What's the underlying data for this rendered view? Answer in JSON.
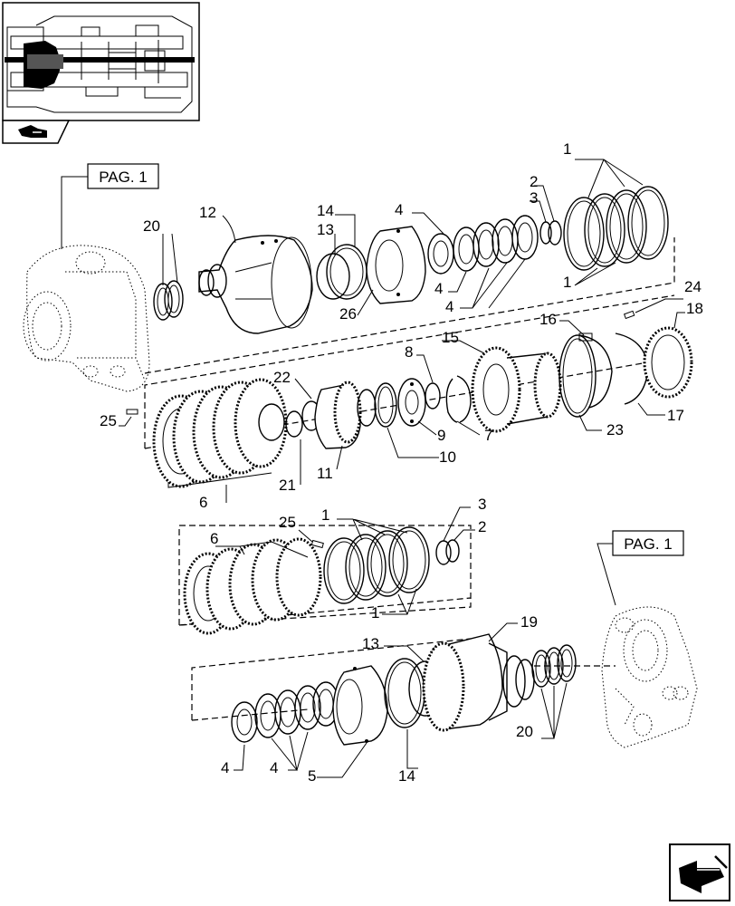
{
  "references": {
    "ref_top": "PAG. 1",
    "ref_bottom": "PAG. 1"
  },
  "callouts": {
    "c1_top": "1",
    "c1_mid": "1",
    "c1_top_b": "1",
    "c1_low": "1",
    "c2_top": "2",
    "c3_top": "3",
    "c2_low": "2",
    "c3_low": "3",
    "c4_a": "4",
    "c4_b": "4",
    "c4_c": "4",
    "c4_d": "4",
    "c4_e": "4",
    "c5": "5",
    "c6_a": "6",
    "c6_b": "6",
    "c7": "7",
    "c8": "8",
    "c9": "9",
    "c10": "10",
    "c11": "11",
    "c12": "12",
    "c13_a": "13",
    "c13_b": "13",
    "c14_a": "14",
    "c14_b": "14",
    "c15": "15",
    "c16": "16",
    "c17": "17",
    "c18": "18",
    "c19": "19",
    "c20_a": "20",
    "c20_b": "20",
    "c21": "21",
    "c22": "22",
    "c23": "23",
    "c24": "24",
    "c25_a": "25",
    "c25_b": "25",
    "c26": "26"
  },
  "icons": {
    "thumbnail": "transmission-section-thumbnail",
    "nav_small": "hand-arrow-icon",
    "nav_large": "next-page-arrow-icon"
  }
}
